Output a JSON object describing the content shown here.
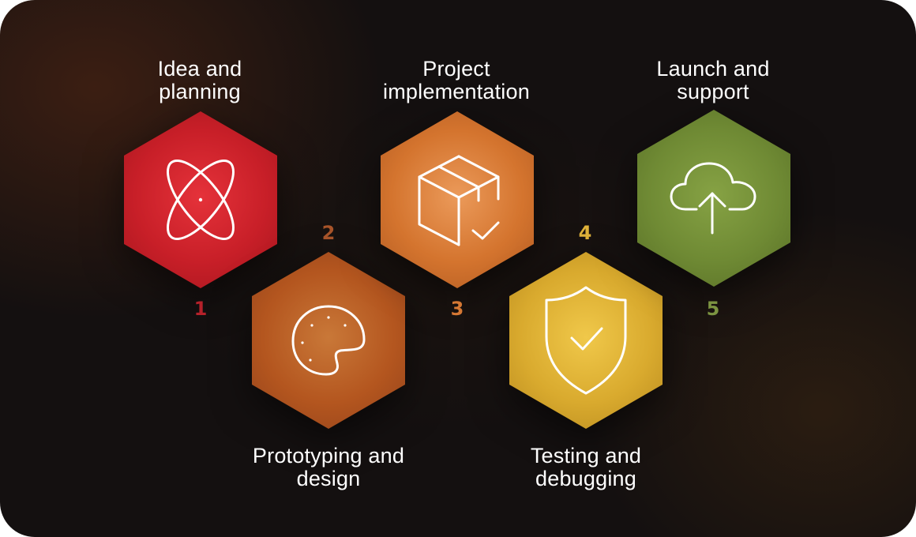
{
  "steps": [
    {
      "number": "1",
      "label": "Idea and\nplanning",
      "icon": "atom-icon",
      "color": "#c81f28",
      "number_color": "#b5212a"
    },
    {
      "number": "2",
      "label": "Prototyping and\ndesign",
      "icon": "palette-icon",
      "color": "#b4561f",
      "number_color": "#a9552a"
    },
    {
      "number": "3",
      "label": "Project\nimplementation",
      "icon": "box-check-icon",
      "color": "#d4742e",
      "number_color": "#d57834"
    },
    {
      "number": "4",
      "label": "Testing and\ndebugging",
      "icon": "shield-check-icon",
      "color": "#d9aa2e",
      "number_color": "#e0b33a"
    },
    {
      "number": "5",
      "label": "Launch and\nsupport",
      "icon": "cloud-upload-icon",
      "color": "#6f8a34",
      "number_color": "#7c9441"
    }
  ]
}
